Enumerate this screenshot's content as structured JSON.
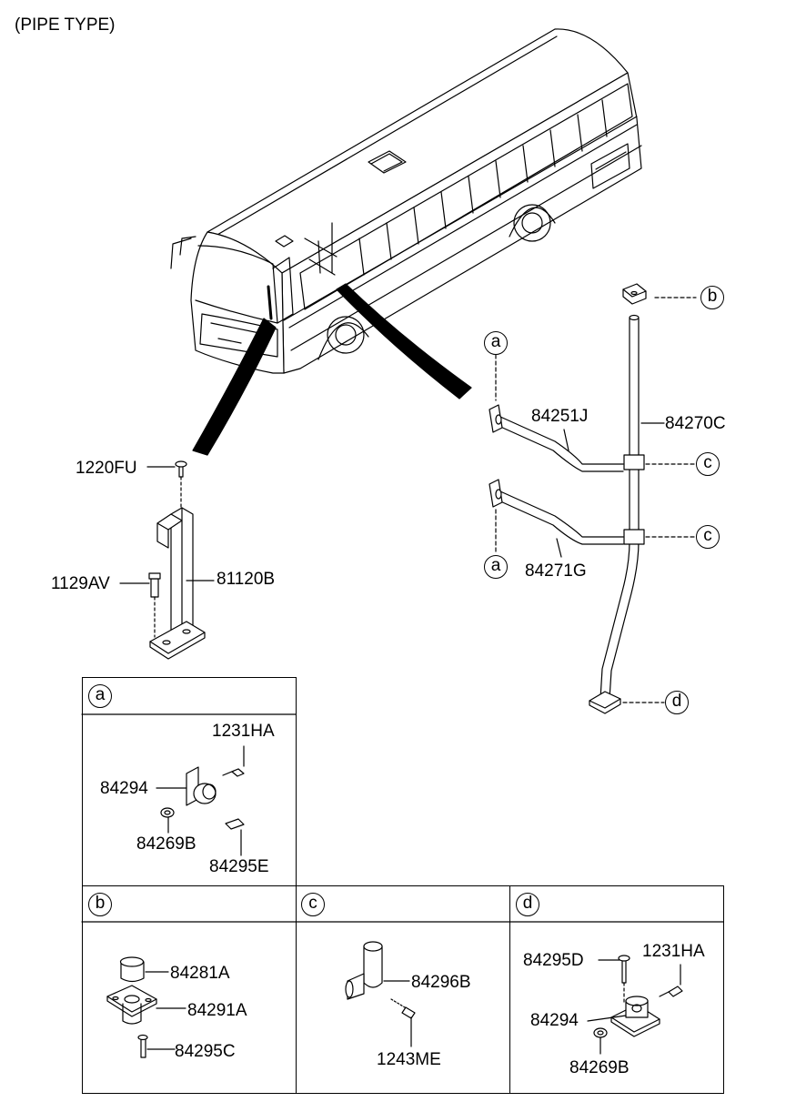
{
  "header": {
    "title": "(PIPE TYPE)"
  },
  "callouts": {
    "a": "a",
    "b": "b",
    "c": "c",
    "d": "d"
  },
  "parts": {
    "p1220FU": "1220FU",
    "p1129AV": "1129AV",
    "p81120B": "81120B",
    "p84251J": "84251J",
    "p84271G": "84271G",
    "p84270C": "84270C"
  },
  "detail_a": {
    "p1231HA": "1231HA",
    "p84294": "84294",
    "p84269B": "84269B",
    "p84295E": "84295E"
  },
  "detail_b": {
    "p84281A": "84281A",
    "p84291A": "84291A",
    "p84295C": "84295C"
  },
  "detail_c": {
    "p84296B": "84296B",
    "p1243ME": "1243ME"
  },
  "detail_d": {
    "p84295D": "84295D",
    "p1231HA": "1231HA",
    "p84294": "84294",
    "p84269B": "84269B"
  }
}
